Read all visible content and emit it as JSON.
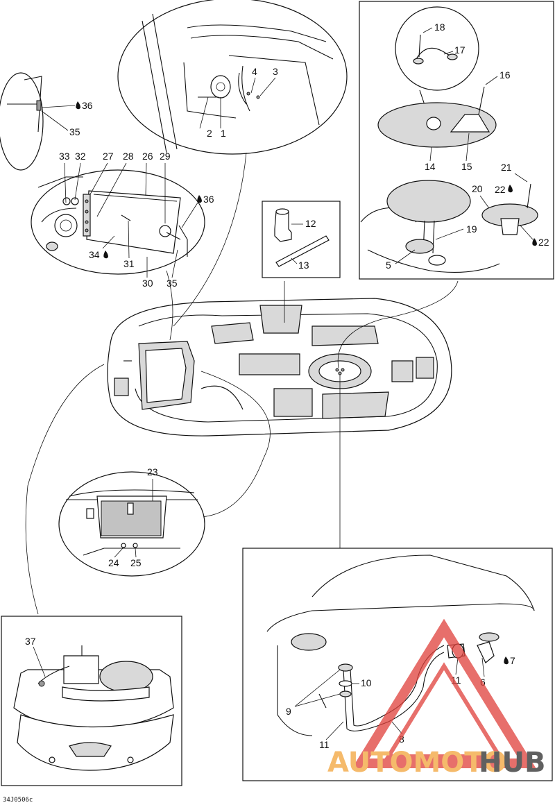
{
  "diagram_code": "34J0506c",
  "watermark": {
    "part1": "AUTOMOTO",
    "part2": "HUB",
    "color_orange": "#f2a33a",
    "color_dark": "#2b2b2b",
    "triangle_color": "#e0403a"
  },
  "callouts": {
    "c1": "1",
    "c2": "2",
    "c3": "3",
    "c4": "4",
    "c5": "5",
    "c6": "6",
    "c7": "7",
    "c8": "8",
    "c9": "9",
    "c10": "10",
    "c11a": "11",
    "c11b": "11",
    "c12": "12",
    "c13": "13",
    "c14": "14",
    "c15": "15",
    "c16": "16",
    "c17": "17",
    "c18": "18",
    "c19": "19",
    "c20": "20",
    "c21": "21",
    "c22a": "22",
    "c22b": "22",
    "c23": "23",
    "c24": "24",
    "c25": "25",
    "c26": "26",
    "c27": "27",
    "c28": "28",
    "c29": "29",
    "c30": "30",
    "c31": "31",
    "c32": "32",
    "c33": "33",
    "c34": "34",
    "c35a": "35",
    "c35b": "35",
    "c36a": "36",
    "c36b": "36",
    "c37": "37"
  }
}
